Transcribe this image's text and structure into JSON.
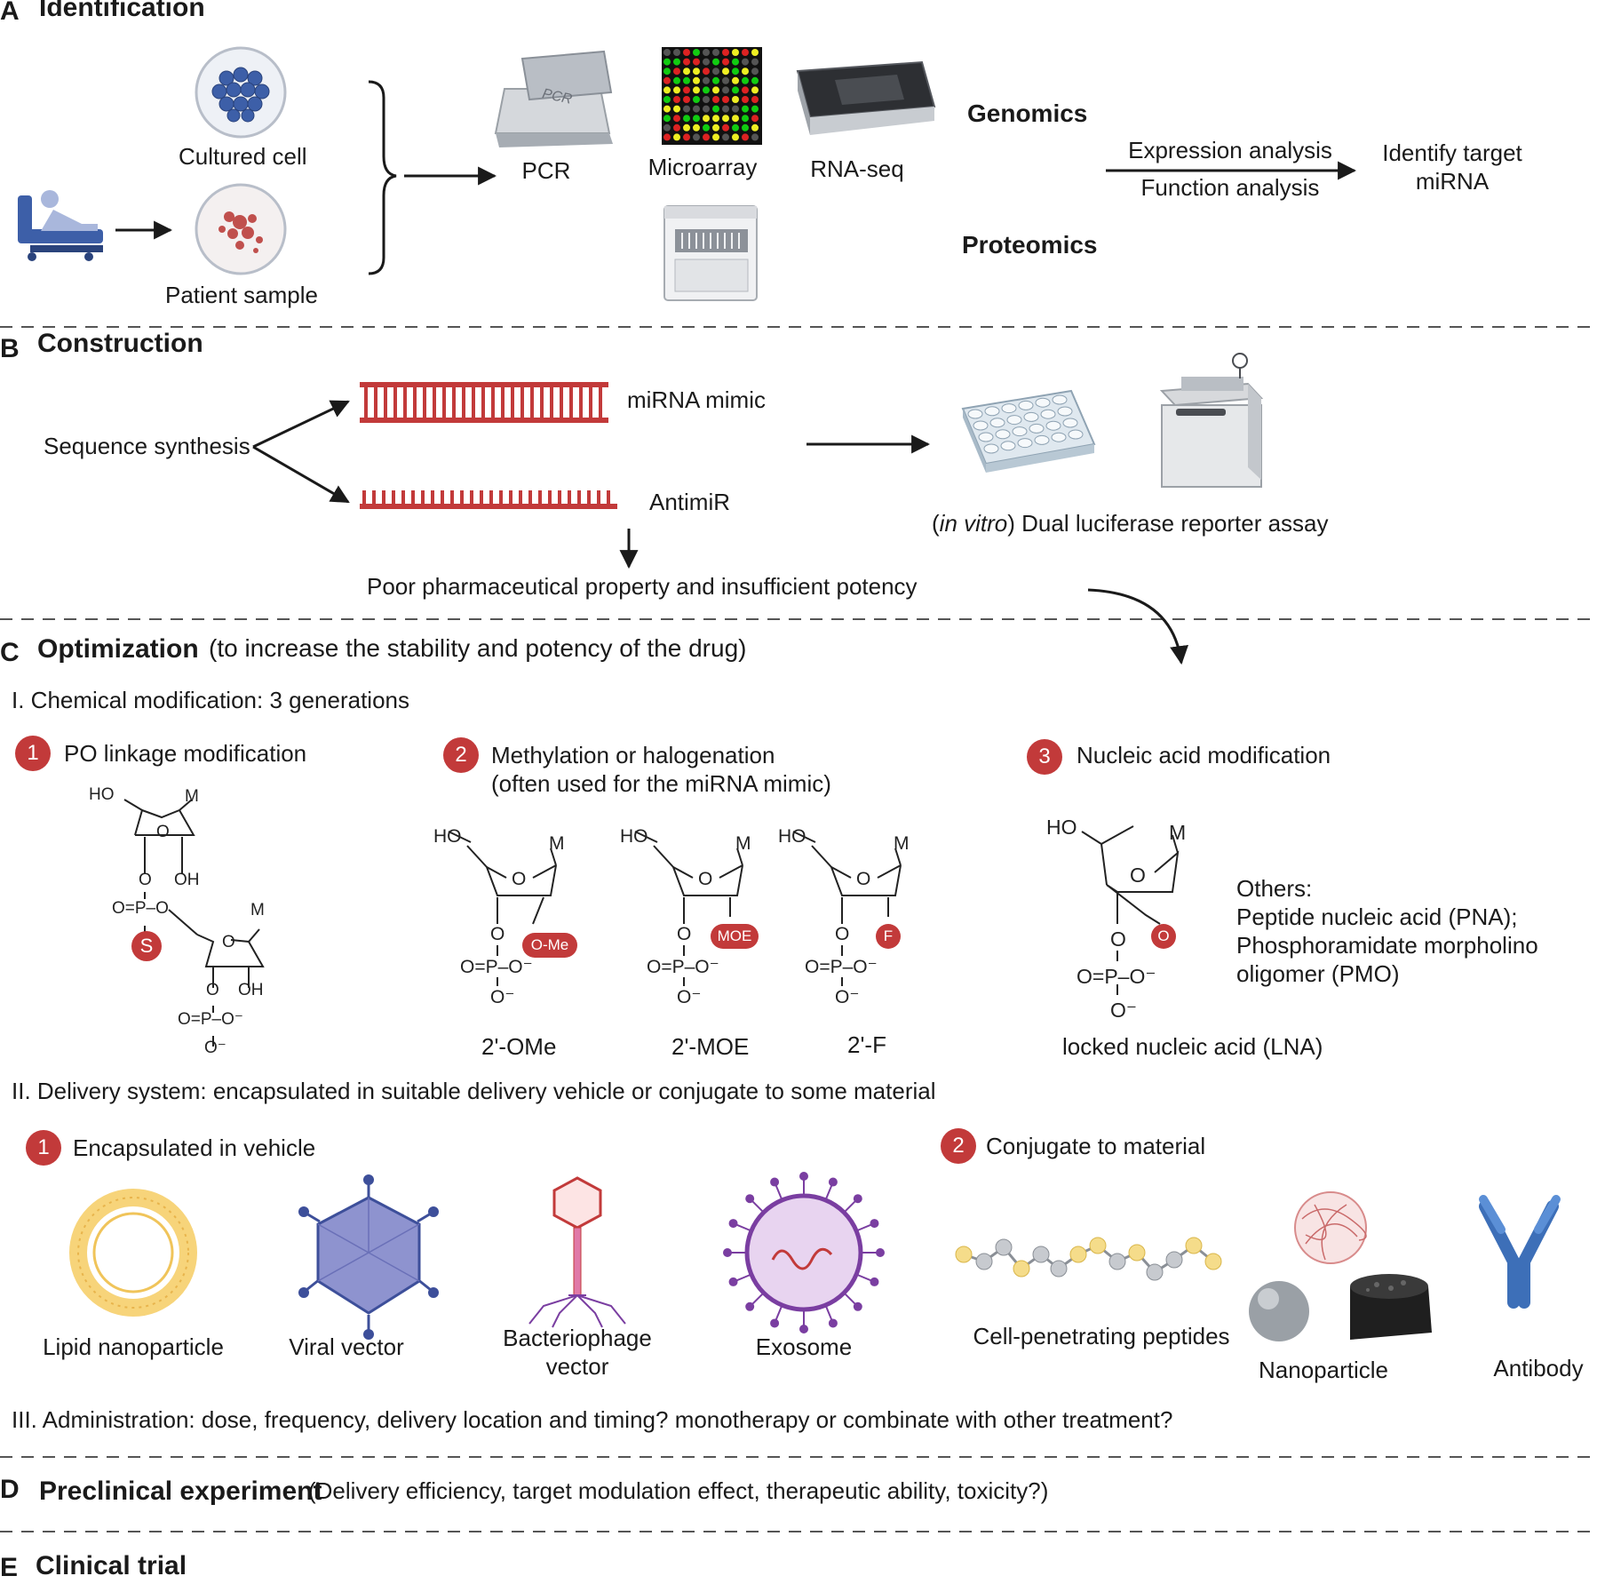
{
  "colors": {
    "accent_red": "#c23a3a",
    "line": "#1a1a1a",
    "dash": "#555555",
    "blue": "#3d5fa8",
    "purple": "#6b6bb8"
  },
  "sectionA": {
    "letter": "A",
    "title": "Identification",
    "cultured_cell": "Cultured cell",
    "patient_sample": "Patient sample",
    "pcr": "PCR",
    "pcr_device_text": "PCR",
    "microarray": "Microarray",
    "rnaseq": "RNA-seq",
    "genomics": "Genomics",
    "proteomics": "Proteomics",
    "expression": "Expression analysis",
    "function": "Function analysis",
    "identify": "Identify target",
    "identify2": "miRNA"
  },
  "sectionB": {
    "letter": "B",
    "title": "Construction",
    "sequence": "Sequence synthesis",
    "mimic": "miRNA mimic",
    "antimir": "AntimiR",
    "assay_italic": "in vitro",
    "assay_open": "(",
    "assay_rest": ") Dual luciferase reporter assay",
    "poor": "Poor pharmaceutical property and insufficient potency"
  },
  "sectionC": {
    "letter": "C",
    "title": "Optimization",
    "subtitle": "(to increase the stability and potency of the drug)",
    "i": "I. Chemical modification: 3 generations",
    "m1": "PO linkage modification",
    "m2a": "Methylation or halogenation",
    "m2b": "(often used for the miRNA mimic)",
    "m3": "Nucleic acid modification",
    "n1": "1",
    "n2": "2",
    "n3": "3",
    "ome": "2'-OMe",
    "moe": "2'-MOE",
    "f": "2'-F",
    "lna": "locked nucleic acid (LNA)",
    "others1": "Others:",
    "others2": "Peptide nucleic acid (PNA);",
    "others3": "Phosphoramidate morpholino",
    "others4": "oligomer (PMO)",
    "tag_s": "S",
    "tag_ome": "O-Me",
    "tag_moe": "MOE",
    "tag_f": "F",
    "tag_o": "O",
    "ii": "II. Delivery system: encapsulated in suitable delivery vehicle or conjugate to some material",
    "d1": "Encapsulated in vehicle",
    "d2": "Conjugate to material",
    "lnp": "Lipid nanoparticle",
    "viral": "Viral vector",
    "phage1": "Bacteriophage",
    "phage2": "vector",
    "exo": "Exosome",
    "cpp": "Cell-penetrating peptides",
    "nano": "Nanoparticle",
    "ab": "Antibody",
    "iii": "III. Administration: dose, frequency, delivery location and timing? monotherapy or combinate with other treatment?"
  },
  "sectionD": {
    "letter": "D",
    "title": "Preclinical experiment",
    "subtitle": "(Delivery efficiency, target modulation effect, therapeutic ability, toxicity?)"
  },
  "sectionE": {
    "letter": "E",
    "title": "Clinical trial"
  },
  "chem": {
    "ho": "HO",
    "m": "M",
    "o": "O",
    "oh": "OH",
    "phos": "O=P–O",
    "phos2": "O=P–O⁻",
    "ominus": "O⁻"
  }
}
